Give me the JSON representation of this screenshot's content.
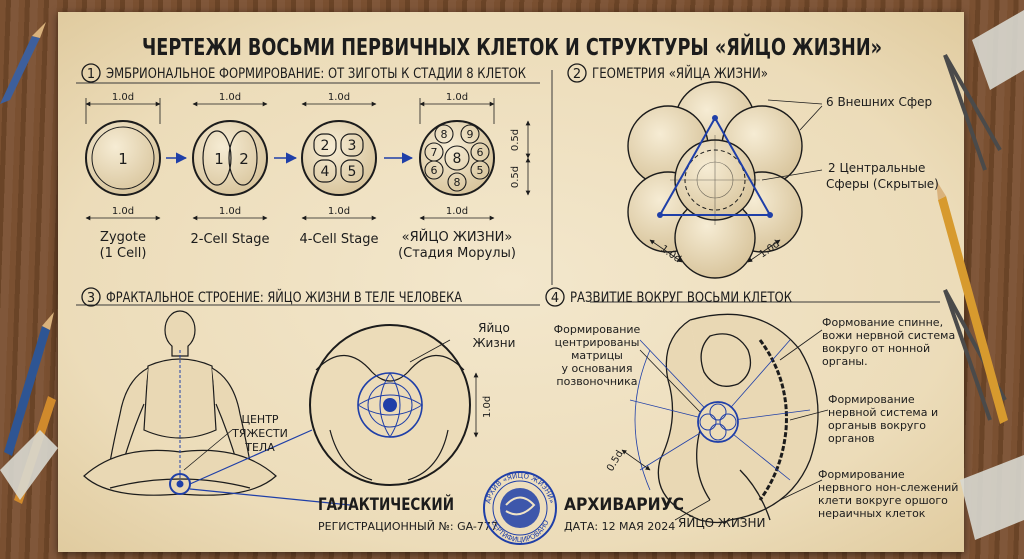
{
  "title": "ЧЕРТЕЖИ ВОСЬМИ ПЕРВИЧНЫХ КЛЕТОК И СТРУКТУРЫ «ЯЙЦО ЖИЗНИ»",
  "colors": {
    "ink": "#1c1c1c",
    "accent": "#1f3fa8",
    "paper": "#efe1c2"
  },
  "sections": {
    "s1": {
      "num": "1",
      "title": "ЭМБРИОНАЛЬНОЕ ФОРМИРОВАНИЕ: ОТ ЗИГОТЫ К СТАДИИ 8 КЛЕТОК"
    },
    "s2": {
      "num": "2",
      "title": "ГЕОМЕТРИЯ «ЯЙЦА ЖИЗНИ»"
    },
    "s3": {
      "num": "3",
      "title": "ФРАКТАЛЬНОЕ СТРОЕНИЕ: ЯЙЦО ЖИЗНИ В ТЕЛЕ ЧЕЛОВЕКА"
    },
    "s4": {
      "num": "4",
      "title": "РАЗВИТИЕ ВОКРУГ ВОСЬМИ КЛЕТОК"
    }
  },
  "stages": [
    {
      "label": "Zygote",
      "sub": "(1 Cell)",
      "cells": [
        "1"
      ]
    },
    {
      "label": "2-Cell Stage",
      "sub": "",
      "cells": [
        "1",
        "2"
      ]
    },
    {
      "label": "4-Cell Stage",
      "sub": "",
      "cells": [
        "2",
        "3",
        "4",
        "5"
      ]
    },
    {
      "label": "«ЯЙЦО ЖИЗНИ»",
      "sub": "(Стадия Морулы)",
      "cells": [
        "8",
        "9",
        "7",
        "8",
        "6",
        "6",
        "5",
        "8"
      ]
    }
  ],
  "dims": {
    "d1": "1.0d",
    "d05": "0.5d"
  },
  "geometry": {
    "outer": "6 Внешних Сфер",
    "central1": "2 Центральные",
    "central2": "Сферы (Скрытые)"
  },
  "body": {
    "center1": "ЦЕНТР",
    "center2": "ТЯЖЕСТИ",
    "center3": "ТЕЛА",
    "egg1": "Яйцо",
    "egg2": "Жизни"
  },
  "development": {
    "left1": "Формирование",
    "left2": "центрированы",
    "left3": "матрицы",
    "left4": "у основания",
    "left5": "позвоночника",
    "r1a": "Формование спинне,",
    "r1b": "вожи нервной система",
    "r1c": "вокруго от нонной",
    "r1d": "органы.",
    "r2a": "Формирование",
    "r2b": "нервной система и",
    "r2c": "органыв вокруго",
    "r2d": "органов",
    "r3a": "Формирование",
    "r3b": "нервного нон-слежений",
    "r3c": "клети вокруге оршого",
    "r3d": "нераичных клеток",
    "egg": "ЯЙЦО ЖИЗНИ"
  },
  "footer": {
    "left": "ГАЛАКТИЧЕСКИЙ",
    "reg": "РЕГИСТРАЦИОННЫЙ №: GA-777",
    "right": "АРХИВАРИУС",
    "date": "ДАТА: 12 МАЯ 2024",
    "seal_top": "АРХИВ «ЯЙЦО ЖИЗНИ»",
    "seal_bottom": "СЕРТИФИЦИРОВАНО"
  }
}
